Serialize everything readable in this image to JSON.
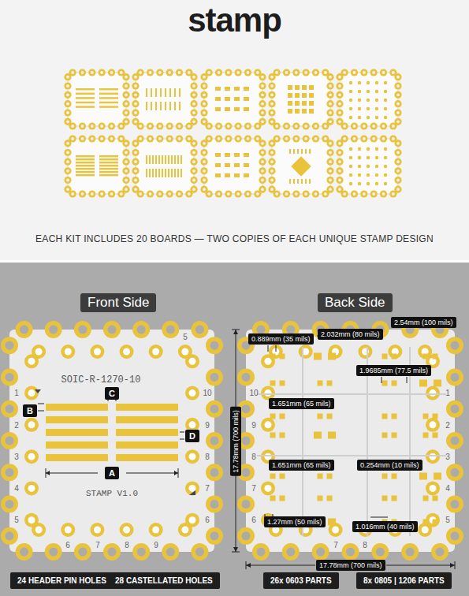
{
  "diagram": {
    "title": "stamp",
    "caption": "EACH KIT INCLUDES 20 BOARDS — TWO COPIES OF EACH UNIQUE STAMP DESIGN",
    "nodes": [
      {
        "text": [
          "Front Side"
        ]
      },
      {
        "text": [
          "Back Side"
        ]
      },
      {
        "text": [
          "B"
        ]
      },
      {
        "text": [
          "C"
        ]
      },
      {
        "text": [
          "D"
        ]
      },
      {
        "text": [
          "A"
        ]
      },
      {
        "text": [
          "2.54mm (100 mils)"
        ]
      },
      {
        "text": [
          "0.889mm (35 mils)"
        ]
      },
      {
        "text": [
          "2.032mm (80 mils)"
        ]
      },
      {
        "text": [
          "1.9685mm (77.5 mils)"
        ]
      },
      {
        "text": [
          "1.651mm (65 mils)"
        ]
      },
      {
        "text": [
          "0.254mm (10 mils)"
        ]
      },
      {
        "text": [
          "1.651mm (65 mils)"
        ]
      },
      {
        "text": [
          "1.27mm (50 mils)"
        ]
      },
      {
        "text": [
          "1.016mm (40 mils)"
        ]
      },
      {
        "text": [
          "17.78mm (700 mils)"
        ]
      },
      {
        "text": [
          "24 HEADER PIN HOLES"
        ]
      },
      {
        "text": [
          "28 CASTELLATED HOLES"
        ]
      },
      {
        "text": [
          "26x 0603 PARTS"
        ]
      },
      {
        "text": [
          "8x 0805 | 1206 PARTS"
        ]
      }
    ],
    "labels": [
      "SOIC-R-1270-10",
      "STAMP V1.0",
      "1",
      "2",
      "3",
      "4",
      "5",
      "10",
      "9",
      "8",
      "7",
      "6",
      "6",
      "7",
      "8",
      "9",
      "5",
      "10",
      "9",
      "8",
      "7",
      "6",
      "1",
      "2",
      "3",
      "4",
      "5",
      "7",
      "8",
      "17.78mm (700 mils)"
    ]
  }
}
